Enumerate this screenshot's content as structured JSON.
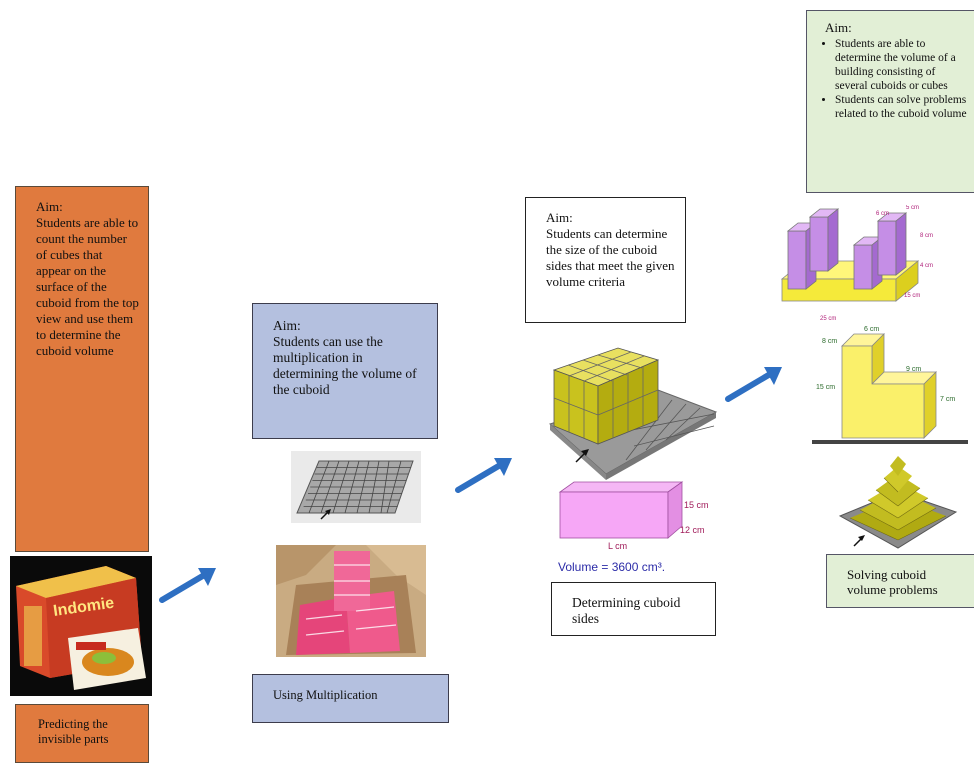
{
  "stage1": {
    "aim_title": "Aim:",
    "aim_text": "Students are able to count the number of cubes that appear on the surface of the cuboid from the top view and use them to determine the cuboid volume",
    "caption": "Predicting the invisible parts"
  },
  "stage2": {
    "aim_title": "Aim:",
    "aim_text": "Students can use the multiplication in determining the volume of the cuboid",
    "caption": "Using Multiplication"
  },
  "stage3": {
    "aim_title": "Aim:",
    "aim_text": "Students can determine the size of the cuboid sides that meet the given volume criteria",
    "caption": "Determining cuboid sides",
    "dim_height": "15 cm",
    "dim_width": "12 cm",
    "dim_length": "L cm",
    "volume_text": "Volume = 3600 cm³."
  },
  "stage4": {
    "aim_title": "Aim:",
    "aim_bullets": [
      "Students are able to determine the volume of a building consisting of several cuboids or cubes",
      "Students can solve problems related to the cuboid volume"
    ],
    "caption": "Solving cuboid volume problems",
    "fig1_labels": [
      "6 cm",
      "5 cm",
      "8 cm",
      "4 cm",
      "15 cm",
      "25 cm"
    ],
    "fig2_labels": [
      "6 cm",
      "8 cm",
      "9 cm",
      "15 cm",
      "7 cm"
    ]
  },
  "colors": {
    "orange_box": "#e07a3e",
    "blue_box": "#b4c0df",
    "green_box": "#e2efd6",
    "arrow": "#2e6fc2"
  },
  "icons": [
    "right-arrow-icon",
    "pointer-arrow-icon"
  ]
}
